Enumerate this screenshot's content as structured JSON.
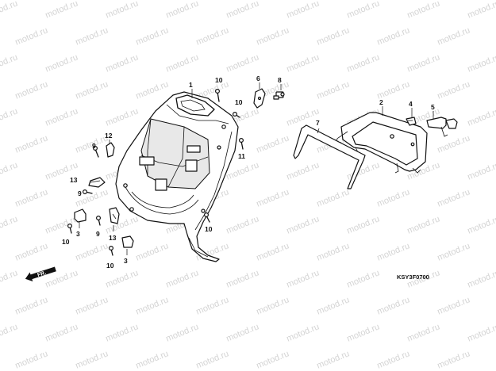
{
  "watermark": "motod.ru",
  "diagram_code": "KSY3F0700",
  "direction_label": "FR.",
  "callouts": [
    "1",
    "2",
    "3",
    "3",
    "4",
    "5",
    "6",
    "7",
    "8",
    "9",
    "9",
    "9",
    "10",
    "10",
    "10",
    "10",
    "11",
    "12",
    "13",
    "13"
  ]
}
